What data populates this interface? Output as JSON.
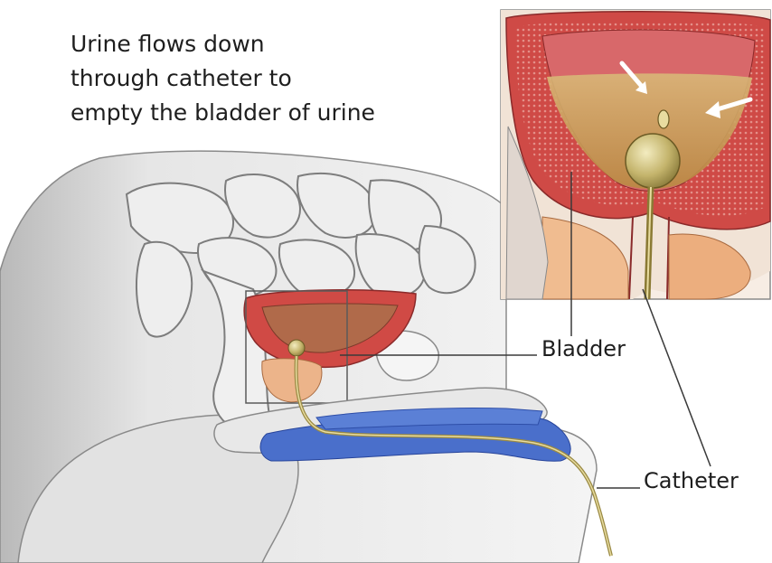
{
  "caption": {
    "lines": [
      "Urine flows down",
      "through catheter to",
      "empty the bladder of urine"
    ]
  },
  "labels": {
    "bladder": "Bladder",
    "catheter": "Catheter"
  },
  "colors": {
    "tissue_red": "#c8403e",
    "tissue_pink": "#e48c85",
    "urine_amber": "#c99a4e",
    "balloon_olive": "#c2b36a",
    "penile_blue": "#3e63c2",
    "outline_gray": "#8a8a8a",
    "body_shade": "#cfcfcf"
  }
}
